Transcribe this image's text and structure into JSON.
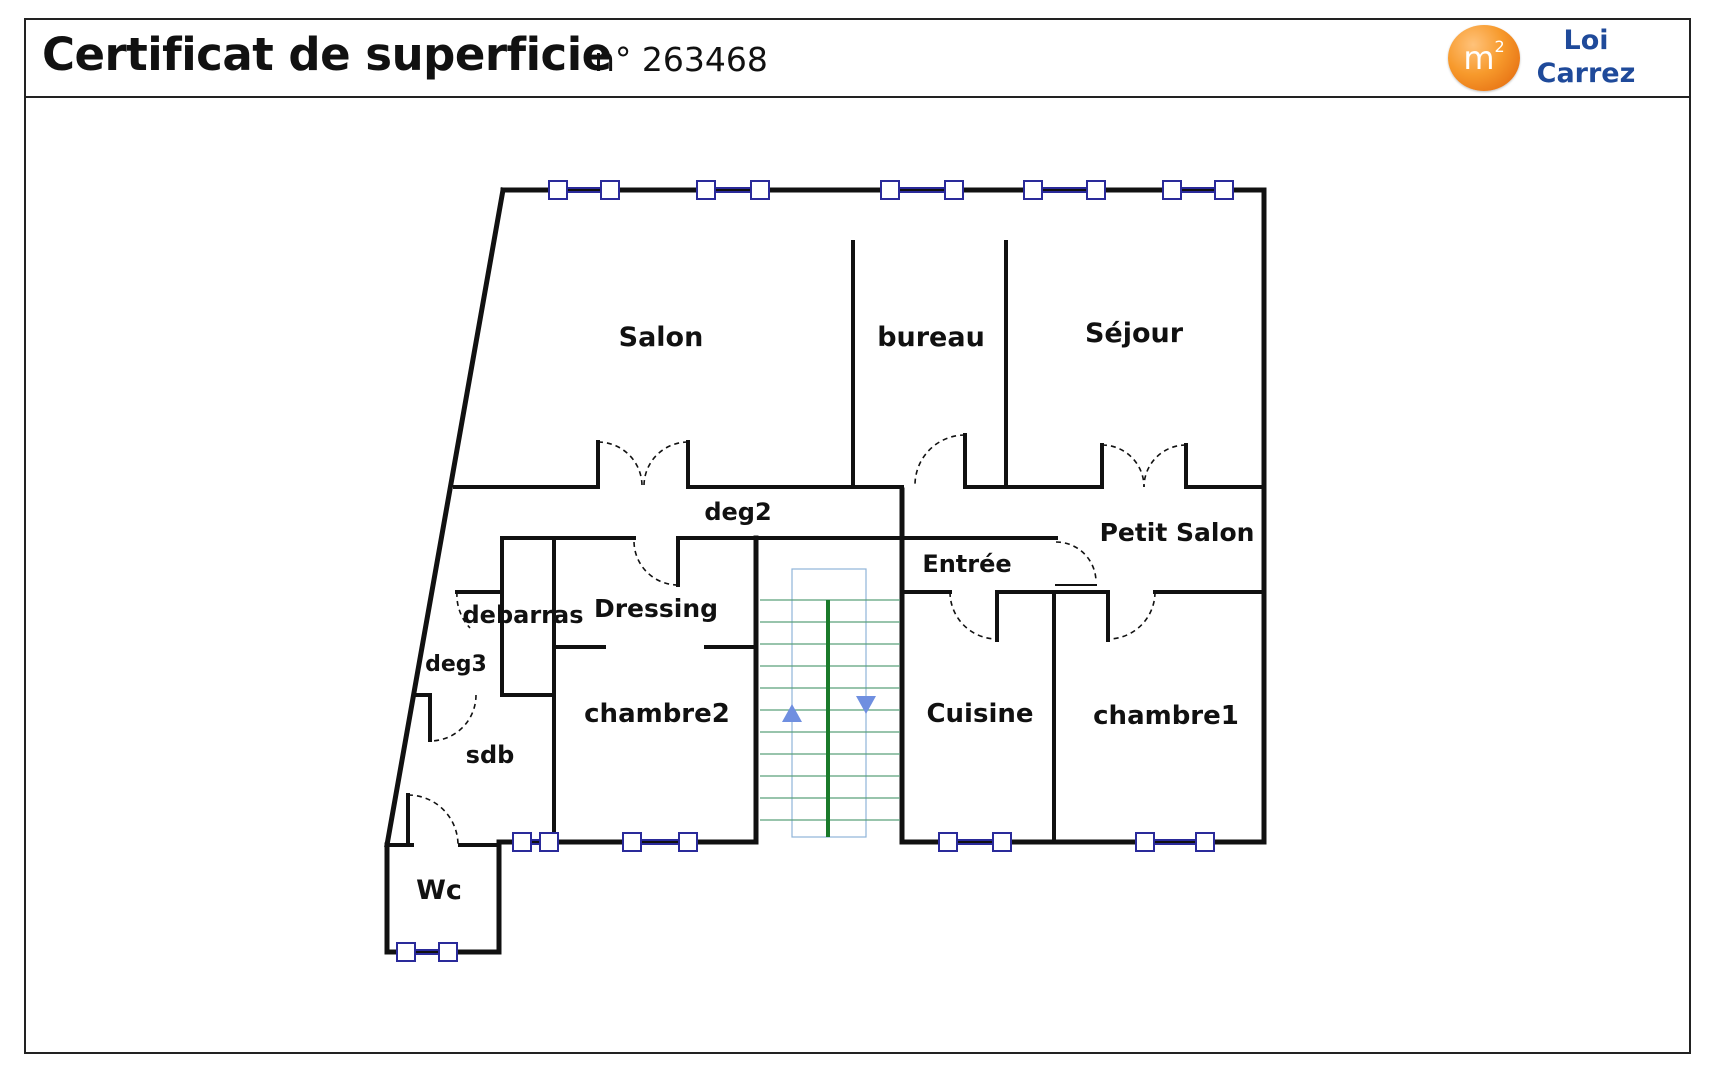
{
  "header": {
    "title": "Certificat de superficie",
    "number": "n° 263468",
    "logo": {
      "badge_text": "m",
      "badge_sup": "2",
      "line1": "Loi",
      "line2": "Carrez"
    }
  },
  "rooms": {
    "salon": "Salon",
    "bureau": "bureau",
    "sejour": "Séjour",
    "deg2": "deg2",
    "petit_salon": "Petit Salon",
    "entree": "Entrée",
    "debarras": "debarras",
    "dressing": "Dressing",
    "deg3": "deg3",
    "chambre2": "chambre2",
    "cuisine": "Cuisine",
    "chambre1": "chambre1",
    "sdb": "sdb",
    "wc": "Wc"
  },
  "colors": {
    "wall": "#111111",
    "window": "#2a2a9a",
    "stair": "#5aa07a",
    "stair_arrow": "#6f8fe0",
    "logo_orange": "#f79a2c",
    "logo_blue": "#1f4a9a"
  },
  "icons": {
    "stair_up": "triangle-up",
    "stair_down": "triangle-down"
  }
}
